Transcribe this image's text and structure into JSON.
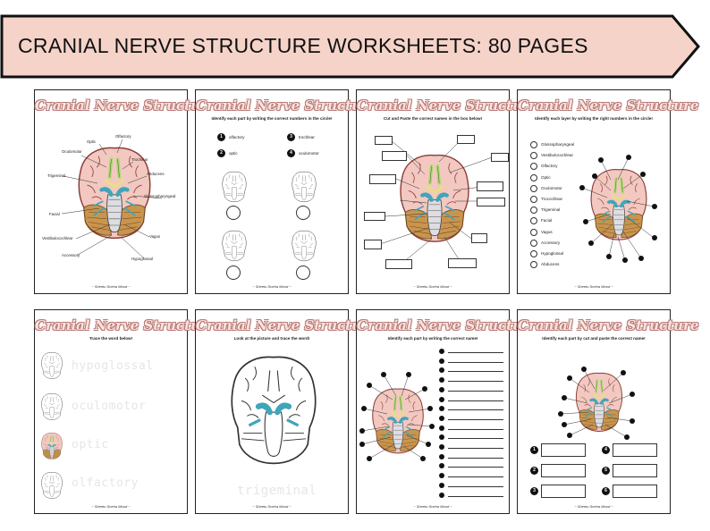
{
  "banner": {
    "text": "CRANIAL NERVE STRUCTURE WORKSHEETS: 80 PAGES",
    "color": "#f5d3c9"
  },
  "colors": {
    "brain_pink": "#f2c8c0",
    "brain_outline": "#8a3c37",
    "cerebellum": "#c9954e",
    "nerve_teal": "#3fa6b8",
    "olfactory_green": "#a9d86e",
    "title_fill": "#fbe3dd"
  },
  "sheets": {
    "s1": {
      "title": "Cranial Nerve Structure",
      "labels": [
        "Olfactory",
        "Optic",
        "Oculomotor",
        "Trochlear",
        "Trigeminal",
        "Abducens",
        "Glossopharyngeal",
        "Facial",
        "Vestibulocochlear",
        "Vagus",
        "Accessory",
        "Hypoglossal"
      ],
      "footer": "~ Sheetu Sneha Mood ~"
    },
    "s2": {
      "title": "Cranial Nerve Structure",
      "instruction": "Identify each part by writing the correct numbers in the circle!",
      "items": [
        {
          "num": "1",
          "label": "olfactory"
        },
        {
          "num": "2",
          "label": "optic"
        },
        {
          "num": "3",
          "label": "trochlear"
        },
        {
          "num": "4",
          "label": "oculomotor"
        }
      ],
      "footer": "~ Sheetu Sneha Mood ~"
    },
    "s3": {
      "title": "Cranial Nerve Structure",
      "instruction": "Cut and Paste the correct names in the box below!",
      "footer": "~ Sheetu Sneha Mood ~"
    },
    "s4": {
      "title": "Cranial Nerve Structure",
      "instruction": "Identify each layer by writing the right numbers in the circle!",
      "list": [
        "Glossopharyngeal",
        "Vestibulocochlear",
        "Olfactory",
        "Optic",
        "Oculomotor",
        "Trocochlear",
        "Trigeminal",
        "Facial",
        "Vagus",
        "Accessory",
        "Hypoglossal",
        "Abducens"
      ],
      "footer": "~ Sheetu Sneha Mood ~"
    },
    "s5": {
      "title": "Cranial Nerve Structure",
      "instruction": "Trace the word below!",
      "words": [
        "hypoglossal",
        "oculomotor",
        "optic",
        "olfactory"
      ],
      "footer": "~ Sheetu Sneha Mood ~"
    },
    "s6": {
      "title": "Cranial Nerve Structure",
      "instruction": "Look at the picture and trace the word!",
      "word": "trigeminal",
      "footer": "~ Sheetu Sneha Mood ~"
    },
    "s7": {
      "title": "Cranial Nerve Structure",
      "instruction": "Identify each part by writing the correct name!",
      "footer": "~ Sheetu Sneha Mood ~"
    },
    "s8": {
      "title": "Cranial Nerve Structure",
      "instruction": "Identify each part by cut and paste the correct name!",
      "numbers": [
        "1",
        "2",
        "3",
        "4",
        "5",
        "6"
      ],
      "footer": "~ Sheetu Sneha Mood ~"
    }
  }
}
